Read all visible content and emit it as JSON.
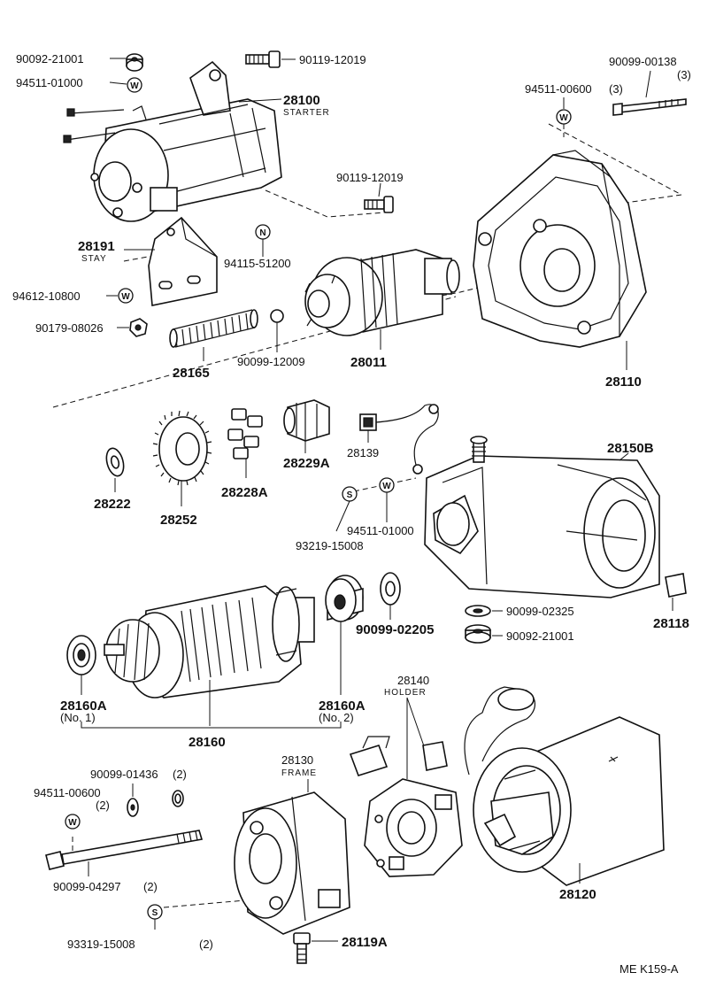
{
  "labels": {
    "p90092_21001_top": "90092-21001",
    "p94511_01000_top": "94511-01000",
    "p90119_12019_top": "90119-12019",
    "p28100": "28100",
    "p28100_sub": "STARTER",
    "p90099_00138": "90099-00138",
    "p90099_00138_qty": "(3)",
    "p94511_00600_top": "94511-00600",
    "p94511_00600_top_qty": "(3)",
    "p90119_12019_mid": "90119-12019",
    "p28191": "28191",
    "p28191_sub": "STAY",
    "p94115_51200": "94115-51200",
    "p94612_10800": "94612-10800",
    "p90179_08026": "90179-08026",
    "p90099_12009": "90099-12009",
    "p28165": "28165",
    "p28011": "28011",
    "p28110": "28110",
    "p28222": "28222",
    "p28252": "28252",
    "p28228A": "28228A",
    "p28229A": "28229A",
    "p28139": "28139",
    "p28150B": "28150B",
    "p94511_01000_mid": "94511-01000",
    "p93219_15008": "93219-15008",
    "p28118": "28118",
    "p90099_02325": "90099-02325",
    "p90092_21001_mid": "90092-21001",
    "p90099_02205": "90099-02205",
    "p28160A_1": "28160A",
    "p28160A_1_sub": "(No. 1)",
    "p28160A_2": "28160A",
    "p28160A_2_sub": "(No. 2)",
    "p28160": "28160",
    "p28140": "28140",
    "p28140_sub": "HOLDER",
    "p28130": "28130",
    "p28130_sub": "FRAME",
    "p90099_01436": "90099-01436",
    "p90099_01436_qty": "(2)",
    "p94511_00600_bot": "94511-00600",
    "p94511_00600_bot_qty": "(2)",
    "p90099_04297": "90099-04297",
    "p90099_04297_qty": "(2)",
    "p93319_15008": "93319-15008",
    "p93319_15008_qty": "(2)",
    "p28119A": "28119A",
    "p28120": "28120",
    "ref_code": "ME  K159-A"
  },
  "markers": {
    "W": "W",
    "N": "N",
    "S": "S"
  },
  "icons": {
    "starter": "starter-motor-icon",
    "housing": "drive-housing-icon",
    "yoke": "field-yoke-icon",
    "armature": "armature-icon"
  }
}
